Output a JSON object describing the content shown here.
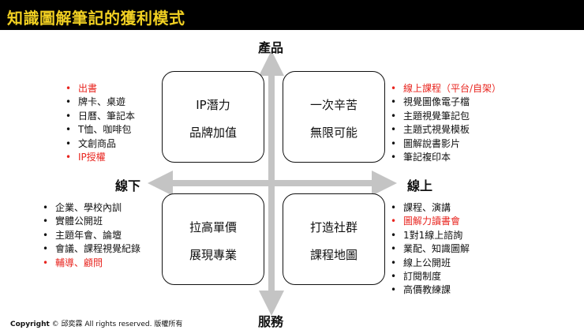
{
  "header": {
    "title": "知識圖解筆記的獲利模式"
  },
  "axes": {
    "top": "產品",
    "bottom": "服務",
    "left": "線下",
    "right": "線上"
  },
  "quadrants": {
    "top_left": {
      "line1": "IP潛力",
      "line2": "品牌加值"
    },
    "top_right": {
      "line1": "一次辛苦",
      "line2": "無限可能"
    },
    "bottom_left": {
      "line1": "拉高單價",
      "line2": "展現專業"
    },
    "bottom_right": {
      "line1": "打造社群",
      "line2": "課程地圖"
    }
  },
  "lists": {
    "top_left": [
      {
        "text": "出書",
        "highlight": true
      },
      {
        "text": "牌卡、桌遊",
        "highlight": false
      },
      {
        "text": "日曆、筆記本",
        "highlight": false
      },
      {
        "text": "T恤、咖啡包",
        "highlight": false
      },
      {
        "text": "文創商品",
        "highlight": false
      },
      {
        "text": "IP授權",
        "highlight": true
      }
    ],
    "top_right": [
      {
        "text": "線上課程（平台/自架）",
        "highlight": true
      },
      {
        "text": "視覺圖像電子檔",
        "highlight": false
      },
      {
        "text": "主題視覺筆記包",
        "highlight": false
      },
      {
        "text": "主題式視覺模板",
        "highlight": false
      },
      {
        "text": "圖解說書影片",
        "highlight": false
      },
      {
        "text": "筆記複印本",
        "highlight": false
      }
    ],
    "bottom_left": [
      {
        "text": "企業、學校內訓",
        "highlight": false
      },
      {
        "text": "實體公開班",
        "highlight": false
      },
      {
        "text": "主題年會、論壇",
        "highlight": false
      },
      {
        "text": "會議、課程視覺紀錄",
        "highlight": false
      },
      {
        "text": "輔導、顧問",
        "highlight": true
      }
    ],
    "bottom_right": [
      {
        "text": "課程、演講",
        "highlight": false
      },
      {
        "text": "圖解力讀書會",
        "highlight": true
      },
      {
        "text": "1對1線上諮詢",
        "highlight": false
      },
      {
        "text": "業配、知識圖解",
        "highlight": false
      },
      {
        "text": "線上公開班",
        "highlight": false
      },
      {
        "text": "訂閱制度",
        "highlight": false
      },
      {
        "text": "高價教練課",
        "highlight": false
      }
    ]
  },
  "footer": {
    "copyright_label": "Copyright",
    "copyright_text": "© 邱奕霖 All rights reserved. 版權所有"
  },
  "colors": {
    "title_bg": "#000000",
    "title_text": "#f0cf22",
    "highlight": "#e8251f",
    "axis": "#c4c4c4"
  }
}
